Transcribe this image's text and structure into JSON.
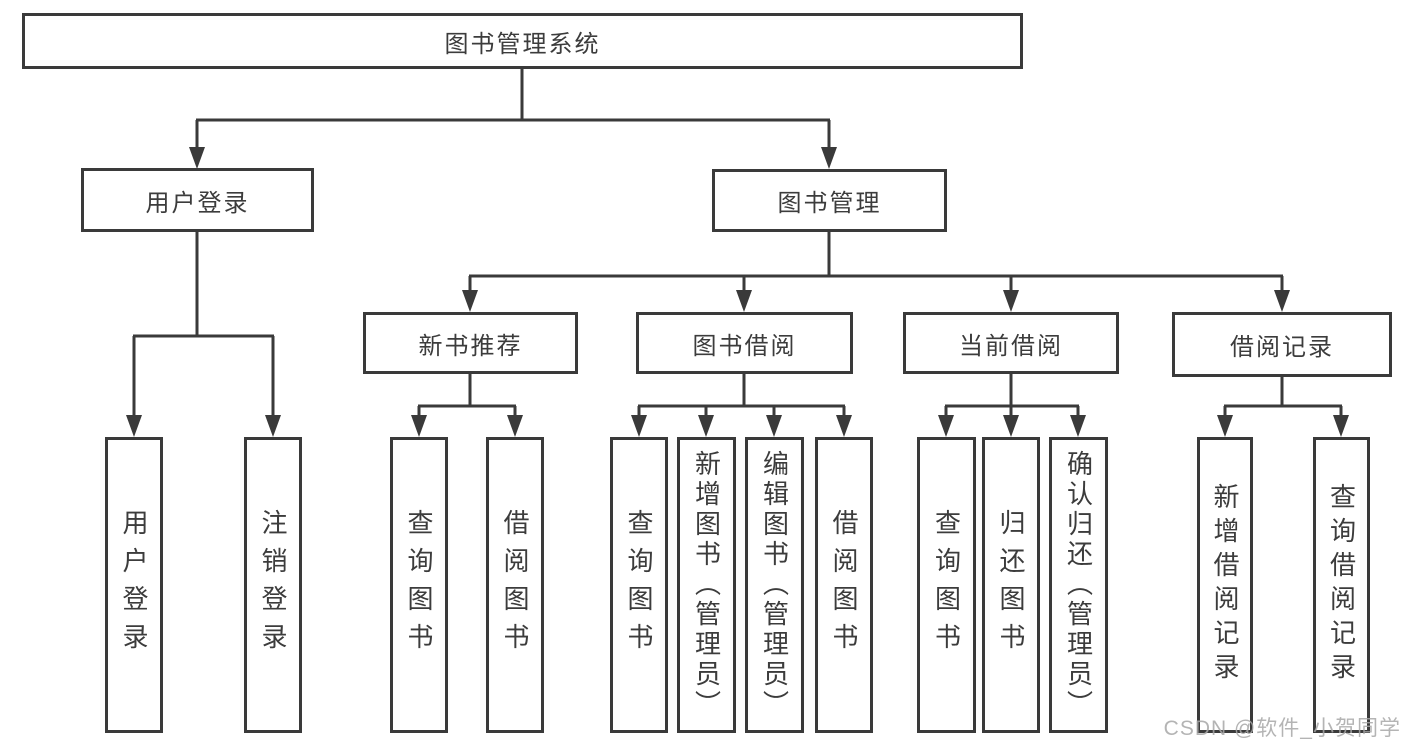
{
  "tree": {
    "label": "图书管理系统",
    "children": [
      {
        "label": "用户登录",
        "children": [
          {
            "label": "用户登录"
          },
          {
            "label": "注销登录"
          }
        ]
      },
      {
        "label": "图书管理",
        "children": [
          {
            "label": "新书推荐",
            "children": [
              {
                "label": "查询图书"
              },
              {
                "label": "借阅图书"
              }
            ]
          },
          {
            "label": "图书借阅",
            "children": [
              {
                "label": "查询图书"
              },
              {
                "label": "新增图书（管理员）"
              },
              {
                "label": "编辑图书（管理员）"
              },
              {
                "label": "借阅图书"
              }
            ]
          },
          {
            "label": "当前借阅",
            "children": [
              {
                "label": "查询图书"
              },
              {
                "label": "归还图书"
              },
              {
                "label": "确认归还（管理员）"
              }
            ]
          },
          {
            "label": "借阅记录",
            "children": [
              {
                "label": "新增借阅记录"
              },
              {
                "label": "查询借阅记录"
              }
            ]
          }
        ]
      }
    ]
  },
  "watermark": "CSDN @软件_小贺同学",
  "colors": {
    "line": "#3a3a3a",
    "text": "#3c3c3c",
    "watermark": "#a8a8a8",
    "background": "#ffffff"
  }
}
